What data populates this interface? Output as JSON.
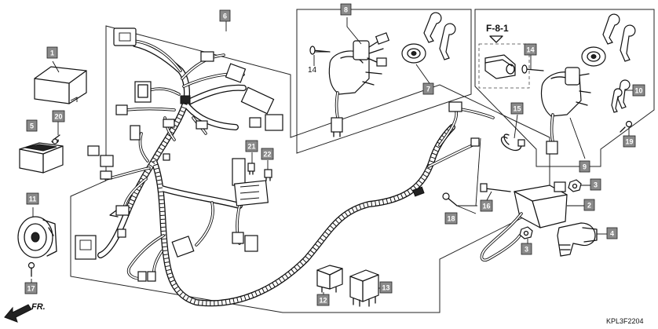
{
  "diagram": {
    "reference_title": "F-8-1",
    "diagram_code": "KPL3F2204",
    "front_label": "FR.",
    "plain_callout": "14",
    "parts": [
      {
        "key": "p1",
        "number": "1"
      },
      {
        "key": "p2",
        "number": "2"
      },
      {
        "key": "p3a",
        "number": "3"
      },
      {
        "key": "p3b",
        "number": "3"
      },
      {
        "key": "p4",
        "number": "4"
      },
      {
        "key": "p5",
        "number": "5"
      },
      {
        "key": "p6",
        "number": "6"
      },
      {
        "key": "p7",
        "number": "7"
      },
      {
        "key": "p8",
        "number": "8"
      },
      {
        "key": "p9",
        "number": "9"
      },
      {
        "key": "p10",
        "number": "10"
      },
      {
        "key": "p11",
        "number": "11"
      },
      {
        "key": "p12",
        "number": "12"
      },
      {
        "key": "p13",
        "number": "13"
      },
      {
        "key": "p14",
        "number": "14"
      },
      {
        "key": "p15",
        "number": "15"
      },
      {
        "key": "p16",
        "number": "16"
      },
      {
        "key": "p17",
        "number": "17"
      },
      {
        "key": "p18",
        "number": "18"
      },
      {
        "key": "p19",
        "number": "19"
      },
      {
        "key": "p20",
        "number": "20"
      },
      {
        "key": "p21",
        "number": "21"
      },
      {
        "key": "p22",
        "number": "22"
      }
    ]
  },
  "colors": {
    "callout_fill": "#8a8a8a",
    "callout_text": "#ffffff",
    "line": "#111111",
    "background": "#ffffff"
  }
}
